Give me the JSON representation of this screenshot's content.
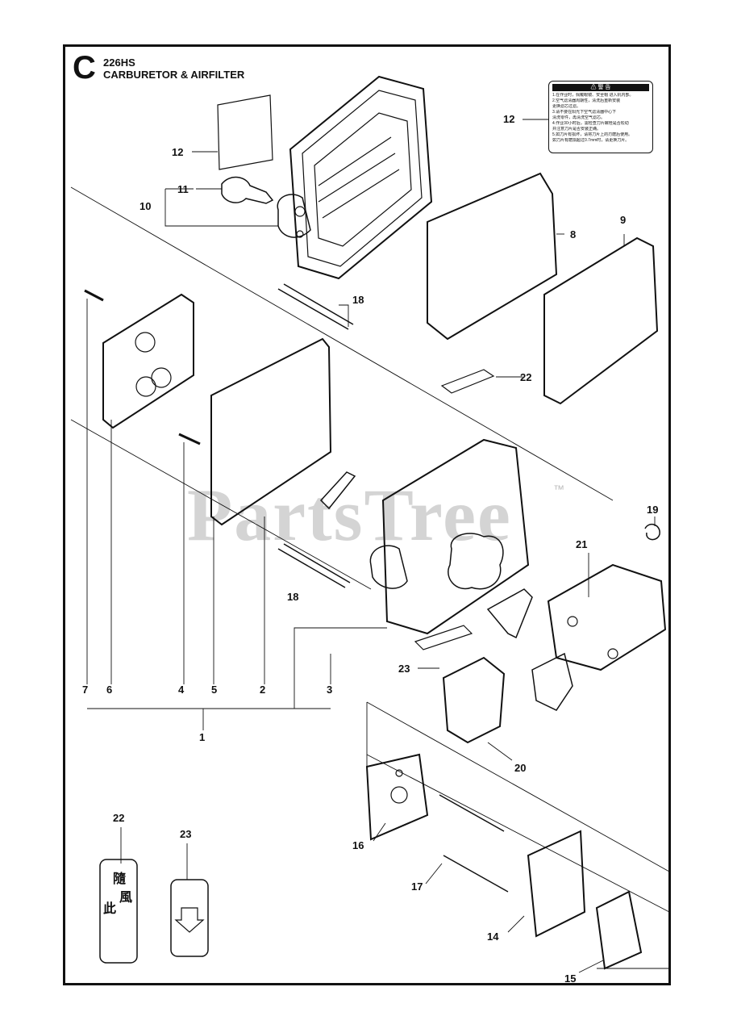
{
  "header": {
    "section_letter": "C",
    "model": "226HS",
    "title": "CARBURETOR & AIRFILTER"
  },
  "watermark": {
    "text": "PartsTree",
    "tm": "™"
  },
  "warning_label": {
    "heading": "⚠ 警 告",
    "lines": [
      "1.在作业时，佩戴眼镜、安全帽 进入机内部。",
      "2.空气滤清器周期性，清洗后重新安装",
      "  更换滤芯过滤。",
      "3.请不要在阳光下空气滤清器中心下",
      "  清洗零件，再清洗空气滤芯。",
      "4.作业30小时后，需检查刀片螺栓是否松动",
      "  并注意刀片是否安装正确。",
      "5.如刀片有损坏，请将刀片上的刃磨后使用。",
      "  如刀片有磨损超过0.7mm时，请更换刀片。"
    ]
  },
  "callouts": [
    {
      "id": "c12a",
      "label": "12"
    },
    {
      "id": "c12b",
      "label": "12"
    },
    {
      "id": "c11",
      "label": "11"
    },
    {
      "id": "c10",
      "label": "10"
    },
    {
      "id": "c8",
      "label": "8"
    },
    {
      "id": "c9",
      "label": "9"
    },
    {
      "id": "c18a",
      "label": "18"
    },
    {
      "id": "c18b",
      "label": "18"
    },
    {
      "id": "c22a",
      "label": "22"
    },
    {
      "id": "c19",
      "label": "19"
    },
    {
      "id": "c21",
      "label": "21"
    },
    {
      "id": "c23a",
      "label": "23"
    },
    {
      "id": "c7",
      "label": "7"
    },
    {
      "id": "c6",
      "label": "6"
    },
    {
      "id": "c4",
      "label": "4"
    },
    {
      "id": "c5",
      "label": "5"
    },
    {
      "id": "c2",
      "label": "2"
    },
    {
      "id": "c3",
      "label": "3"
    },
    {
      "id": "c1",
      "label": "1"
    },
    {
      "id": "c20",
      "label": "20"
    },
    {
      "id": "c22b",
      "label": "22"
    },
    {
      "id": "c23b",
      "label": "23"
    },
    {
      "id": "c16",
      "label": "16"
    },
    {
      "id": "c17",
      "label": "17"
    },
    {
      "id": "c14",
      "label": "14"
    },
    {
      "id": "c15",
      "label": "15"
    }
  ],
  "decal_22": {
    "glyphs": [
      "隨",
      "風",
      "此"
    ]
  }
}
